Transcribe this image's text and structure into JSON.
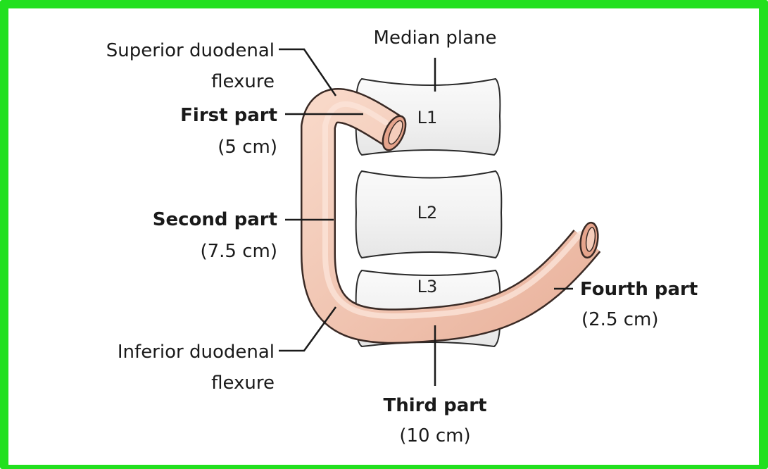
{
  "diagram": {
    "median_plane": "Median plane",
    "superior_flexure": [
      "Superior duodenal",
      "flexure"
    ],
    "first_part": {
      "name": "First part",
      "length": "(5 cm)"
    },
    "second_part": {
      "name": "Second part",
      "length": "(7.5 cm)"
    },
    "third_part": {
      "name": "Third part",
      "length": "(10 cm)"
    },
    "fourth_part": {
      "name": "Fourth part",
      "length": "(2.5 cm)"
    },
    "inferior_flexure": [
      "Inferior duodenal",
      "flexure"
    ],
    "vertebrae": [
      "L1",
      "L2",
      "L3"
    ]
  },
  "colors": {
    "frame": "#22e01f",
    "duodenum": "#f3c6b3",
    "vertebra": "#f1f1f1"
  }
}
